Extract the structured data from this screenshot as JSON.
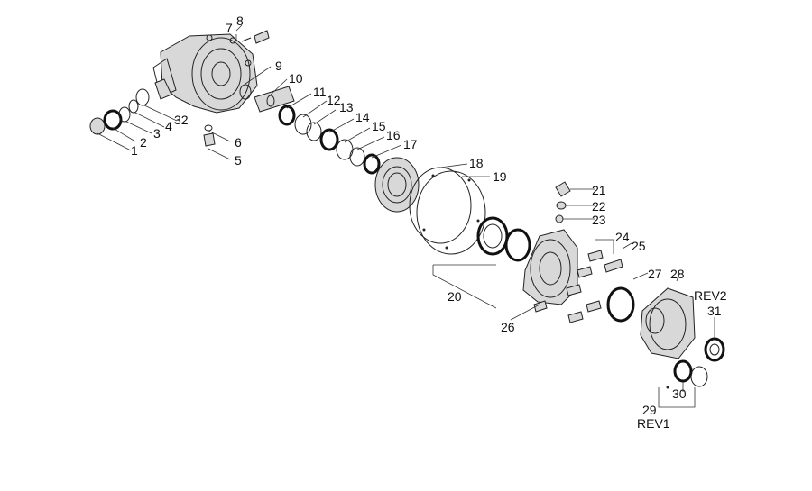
{
  "labels": {
    "l1": "1",
    "l2": "2",
    "l3": "3",
    "l4": "4",
    "l32": "32",
    "l5": "5",
    "l6": "6",
    "l7": "7",
    "l8": "8",
    "l9": "9",
    "l10": "10",
    "l11": "11",
    "l12": "12",
    "l13": "13",
    "l14": "14",
    "l15": "15",
    "l16": "16",
    "l17": "17",
    "l18": "18",
    "l19": "19",
    "l20": "20",
    "l21": "21",
    "l22": "22",
    "l23": "23",
    "l24": "24",
    "l25": "25",
    "l26": "26",
    "l27": "27",
    "l28": "28",
    "l29": "29",
    "l30": "30",
    "l31": "31",
    "rev1": "REV1",
    "rev2": "REV2"
  }
}
